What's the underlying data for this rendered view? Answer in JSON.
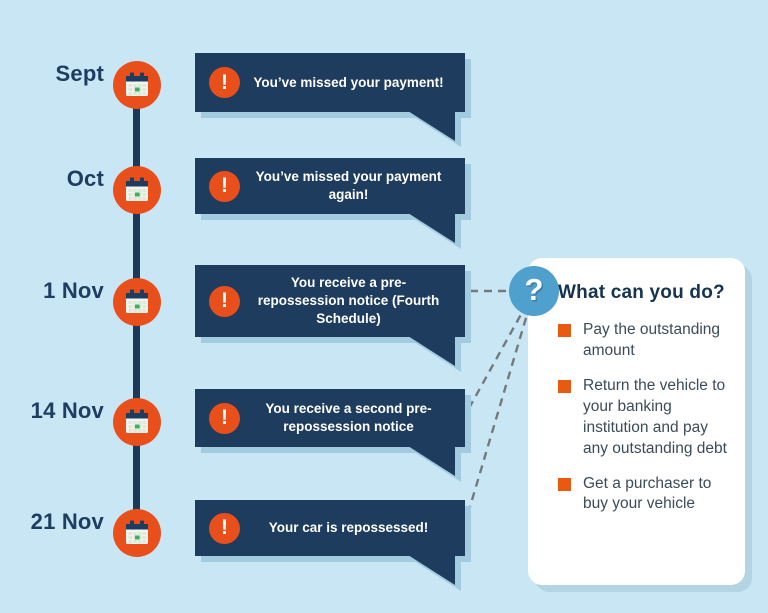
{
  "colors": {
    "background": "#C9E6F4",
    "bubble_navy": "#1E3C5E",
    "bubble_shadow": "#A3CBDF",
    "accent_orange": "#E94F1A",
    "bullet_orange": "#E85A10",
    "question_blue": "#4FA0CD",
    "date_navy": "#1F3D60",
    "card_text": "#3C4B59",
    "dash_gray": "#75797D",
    "calendar_green": "#3CAE5C"
  },
  "icons": {
    "exclamation_glyph": "!",
    "question_glyph": "?"
  },
  "timeline": {
    "milestones": [
      {
        "date": "Sept",
        "bubble": "You’ve missed your payment!"
      },
      {
        "date": "Oct",
        "bubble": "You’ve missed your payment again!"
      },
      {
        "date": "1 Nov",
        "bubble": "You receive a pre-repossession notice (Fourth Schedule)"
      },
      {
        "date": "14 Nov",
        "bubble": "You receive a second pre-repossession notice"
      },
      {
        "date": "21 Nov",
        "bubble": "Your car is repossessed!"
      }
    ]
  },
  "info_card": {
    "title": "What can you do?",
    "bullets": [
      {
        "text": "Pay the outstanding amount"
      },
      {
        "text": "Return the vehicle to your banking institution and pay any outstanding debt"
      },
      {
        "text": "Get a purchaser to buy your vehicle"
      }
    ]
  }
}
